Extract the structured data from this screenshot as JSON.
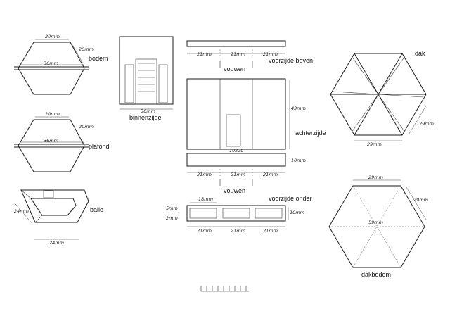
{
  "labels": {
    "bodem": "bodem",
    "plafond": "plafond",
    "balie": "balie",
    "binnenzijde": "binnenzijde",
    "vouwen_top": "vouwen",
    "vouwen_bottom": "vouwen",
    "voorzijde_boven": "voorzijde boven",
    "achterzijde": "achterzijde",
    "voorzijde_onder": "voorzijde onder",
    "dak": "dak",
    "dakbodem": "dakbodem"
  },
  "dims": {
    "bodem_top": "20mm",
    "bodem_mid": "36mm",
    "bodem_side": "20mm",
    "plafond_top": "20mm",
    "plafond_mid": "36mm",
    "plafond_side": "20mm",
    "balie_bottom": "24mm",
    "balie_side": "24mm",
    "binnen_width": "36mm",
    "front_a": "21mm",
    "front_b": "21mm",
    "front_c": "21mm",
    "back_h": "43mm",
    "back_door": "10x20",
    "strip_h": "10mm",
    "bottom_a": "21mm",
    "bottom_b": "21mm",
    "bottom_c": "21mm",
    "win_w": "18mm",
    "win_h": "10mm",
    "low_a": "21mm",
    "low_b": "21mm",
    "low_c": "21mm",
    "side_5": "5mm",
    "side_2": "2mm",
    "dak_side": "29mm",
    "dak_bottom": "29mm",
    "dakb_top": "29mm",
    "dakb_side": "29mm",
    "dakb_mid": "59mm"
  },
  "scale_label": "uuuuuuuuu"
}
